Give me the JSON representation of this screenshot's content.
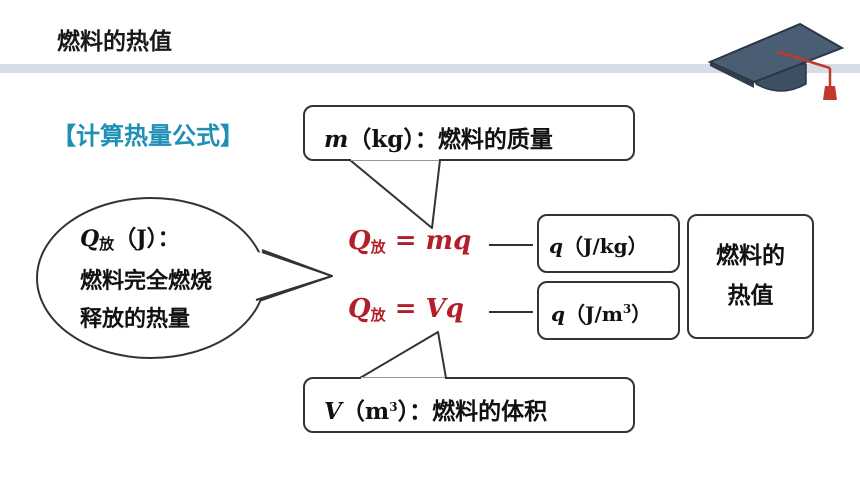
{
  "header": {
    "title": "燃料的热值"
  },
  "section": {
    "title": "【计算热量公式】"
  },
  "callouts": {
    "mass": {
      "symbol": "m",
      "unit": "（kg）",
      "desc": "：燃料的质量"
    },
    "volume": {
      "symbol": "V",
      "unit": "（m",
      "unit_sup": "3",
      "unit_close": "）",
      "desc": "：燃料的体积"
    }
  },
  "bubble": {
    "symbol": "Q",
    "subscript": "放",
    "unit": "（J）：",
    "line2": "燃料完全燃烧",
    "line3": "释放的热量"
  },
  "equations": {
    "mass_eq": {
      "lhs": "Q",
      "sub": "放",
      "rhs": " = mq"
    },
    "volume_eq": {
      "lhs": "Q",
      "sub": "放",
      "rhs": " = Vq"
    }
  },
  "units": {
    "mass_unit": {
      "symbol": "q",
      "unit": "（J/kg）"
    },
    "volume_unit": {
      "symbol": "q",
      "unit": "（J/m",
      "unit_sup": "3",
      "unit_close": "）"
    }
  },
  "heat_value_label": {
    "line1": "燃料的",
    "line2": "热值"
  },
  "colors": {
    "accent": "#1e8fb5",
    "equation": "#b21f2a",
    "header_bar": "#d6dde6"
  }
}
